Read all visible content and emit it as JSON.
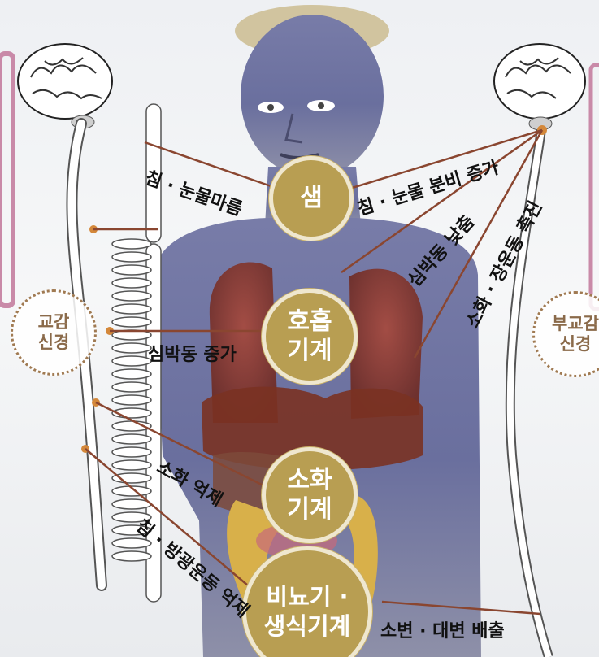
{
  "systems": [
    {
      "id": "gland",
      "label": "샘"
    },
    {
      "id": "respiratory",
      "label": "호흡\n기계"
    },
    {
      "id": "digestive",
      "label": "소화\n기계"
    },
    {
      "id": "urogenital",
      "label": "비뇨기 ·\n생식기계"
    }
  ],
  "nervous_systems": {
    "sympathetic": "교감\n신경",
    "parasympathetic": "부교감\n신경"
  },
  "effects": {
    "sympathetic": [
      "침 · 눈물마름",
      "심박동 증가",
      "소화 억제",
      "침 · 방광운동 억제"
    ],
    "parasympathetic": [
      "침 · 눈물 분비 증가",
      "심박동 낮춤",
      "소화 · 장운동 촉진",
      "소변 · 대변 배출"
    ]
  },
  "colors": {
    "connector": "#8a4630",
    "badge_fill": "#b89e52",
    "badge_border": "#efe7cf",
    "body": "#6b6f9a",
    "organs": "#8b3a2a",
    "nerve_circle": "#a07a52"
  }
}
